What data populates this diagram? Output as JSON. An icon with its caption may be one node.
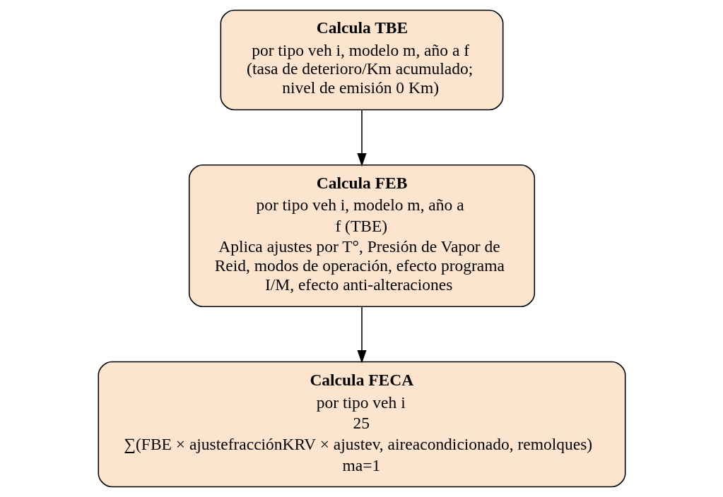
{
  "diagram": {
    "nodes": [
      {
        "text": [
          "Calcula TBE",
          "por tipo veh i, modelo m, año a f (tasa de deterioro/Km acumulado; nivel de emisión 0 Km)"
        ]
      },
      {
        "text": [
          "Calcula FEB",
          "por tipo veh i, modelo m, año a",
          "f (TBE)",
          "Aplica ajustes por T°, Presión de Vapor de Reid, modos de operación, efecto programa I/M, efecto anti-alteraciones"
        ]
      },
      {
        "text": [
          "Calcula FECA",
          "por tipo veh i",
          "25",
          "∑(FBE × ajustefracciónKRV × ajustev, aireacondicionado, remolques)",
          "ma=1"
        ]
      }
    ],
    "edges": [
      {
        "from": 0,
        "to": 1,
        "arrow": "to"
      },
      {
        "from": 1,
        "to": 2,
        "arrow": "to"
      }
    ]
  }
}
